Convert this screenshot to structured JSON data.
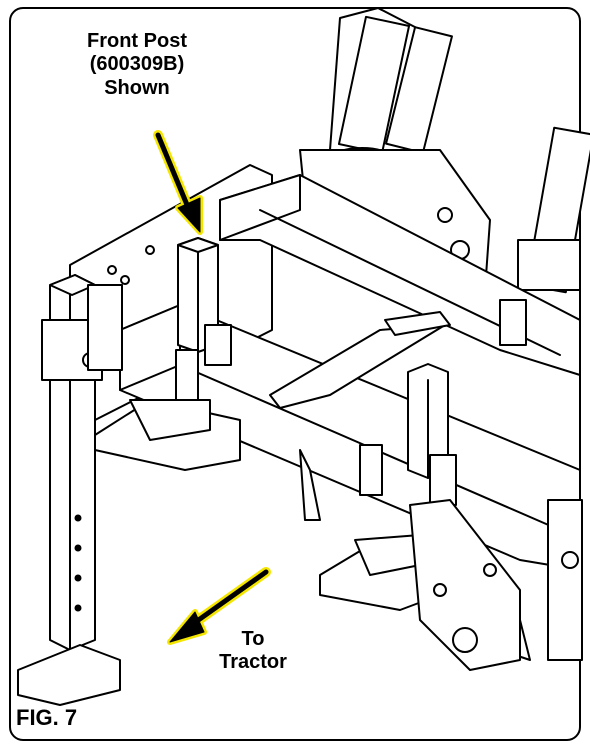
{
  "callout_top": {
    "line1": "Front  Post",
    "line2": "(600309B)",
    "line3": "Shown"
  },
  "callout_tractor": {
    "line1": "To",
    "line2": "Tractor"
  },
  "figure_label": "FIG. 7",
  "colors": {
    "line": "#000000",
    "arrow_fill": "#000000",
    "arrow_outline": "#f5e600",
    "background": "#ffffff"
  }
}
